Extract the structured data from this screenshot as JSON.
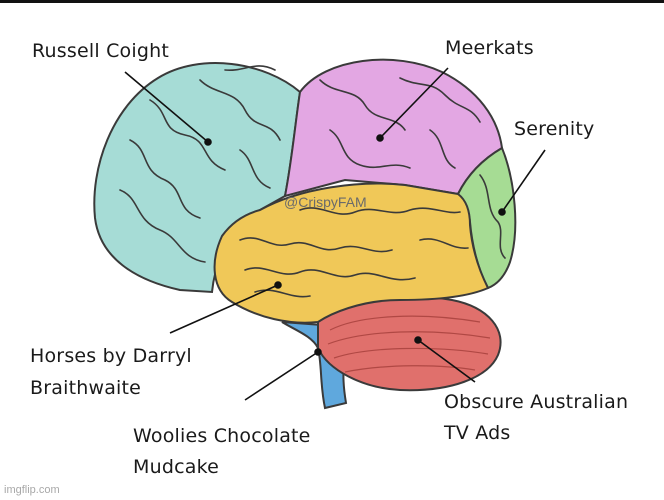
{
  "diagram": {
    "labels": {
      "frontal": "Russell Coight",
      "parietal": "Meerkats",
      "occipital": "Serenity",
      "temporal_line1": "Horses by Darryl",
      "temporal_line2": "Braithwaite",
      "cerebellum_line1": "Obscure Australian",
      "cerebellum_line2": "TV Ads",
      "brainstem_line1": "Woolies Chocolate",
      "brainstem_line2": "Mudcake"
    },
    "handle": "@CrispyFAM",
    "colors": {
      "frontal": "#a6dcd6",
      "parietal": "#e3a7e3",
      "occipital": "#a6dc94",
      "temporal": "#f0c858",
      "cerebellum": "#e0706c",
      "brainstem": "#5fa8dd",
      "outline": "#3a3a3a"
    }
  },
  "footer": {
    "watermark": "imgflip.com"
  }
}
